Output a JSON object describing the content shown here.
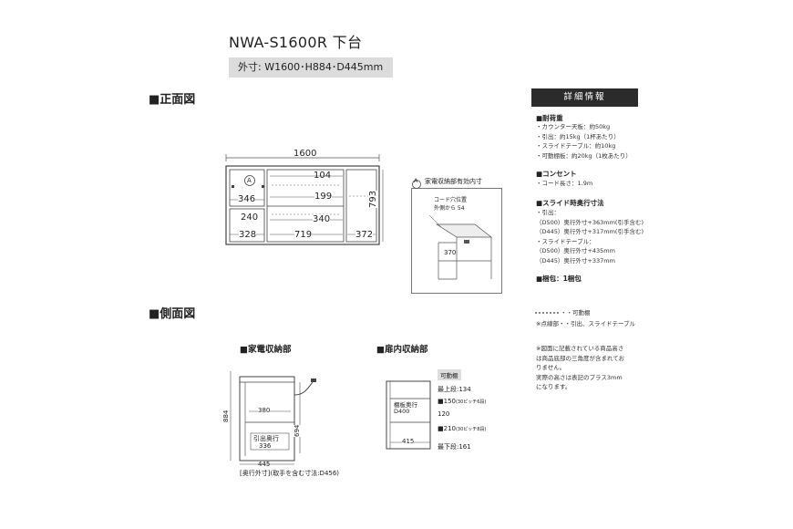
{
  "header": {
    "title": "NWA-S1600R 下台",
    "dimensions": "外寸: W1600･H884･D445mm"
  },
  "front_view": {
    "section_title": "■正面図",
    "total_width": "1600",
    "circle_a": "A",
    "height_793": "793",
    "dims": [
      "104",
      "346",
      "199",
      "240",
      "340",
      "328",
      "719",
      "372"
    ]
  },
  "inset": {
    "caption": "家電収納部有効内寸",
    "circle_a": "A",
    "cord_note_1": "コード穴位置",
    "cord_note_2": "外側から 54",
    "dim_370": "370"
  },
  "side_view": {
    "section_title": "■側面図",
    "appliance": {
      "title": "■家電収納部",
      "width_380": "380",
      "drawer_label": "引出奥行",
      "drawer_depth": "336",
      "height_884": "884",
      "height_694": "694",
      "depth_445": "445",
      "note": "[奥行外寸](取手を含む寸法:D456)"
    },
    "door": {
      "title": "■扉内収納部",
      "shelf_label": "可動棚",
      "board_label_1": "棚板奥行",
      "board_label_2": "D400",
      "width_415": "415",
      "top_stage": "最上段:134",
      "pitch_150_main": "■150",
      "pitch_150_note": "(30ピッチ6段)",
      "pitch_120": "120",
      "pitch_210_main": "■210",
      "pitch_210_note": "(30ピッチ8段)",
      "bottom_stage": "最下段:161"
    }
  },
  "details": {
    "header": "詳細情報",
    "load": {
      "title": "■耐荷重",
      "items": [
        "・カウンター天板：約50kg",
        "・引出：約15kg（1杯あたり）",
        "・スライドテーブル：約10kg",
        "・可動棚板：約20kg（1枚あたり）"
      ]
    },
    "outlet": {
      "title": "■コンセント",
      "items": [
        "・コード長さ：1.9m"
      ]
    },
    "slide": {
      "title": "■スライド時奥行寸法",
      "items": [
        "・引出：",
        "（D500）奥行外寸+363mm(引手含む)",
        "（D445）奥行外寸+317mm(引手含む)",
        "・スライドテーブル：",
        "（D500）奥行外寸+435mm",
        "（D445）奥行外寸+337mm"
      ]
    },
    "package": "■梱包：1梱包",
    "legend_1": "・・可動棚",
    "legend_2": "※点線部・・引出、スライドテーブル",
    "notes": [
      "※図面に記載されている商品高さ",
      "は商品底部の三角度が含まれてお",
      "りません。",
      "実際の高さは表記のプラス3mm",
      "になります。"
    ]
  }
}
